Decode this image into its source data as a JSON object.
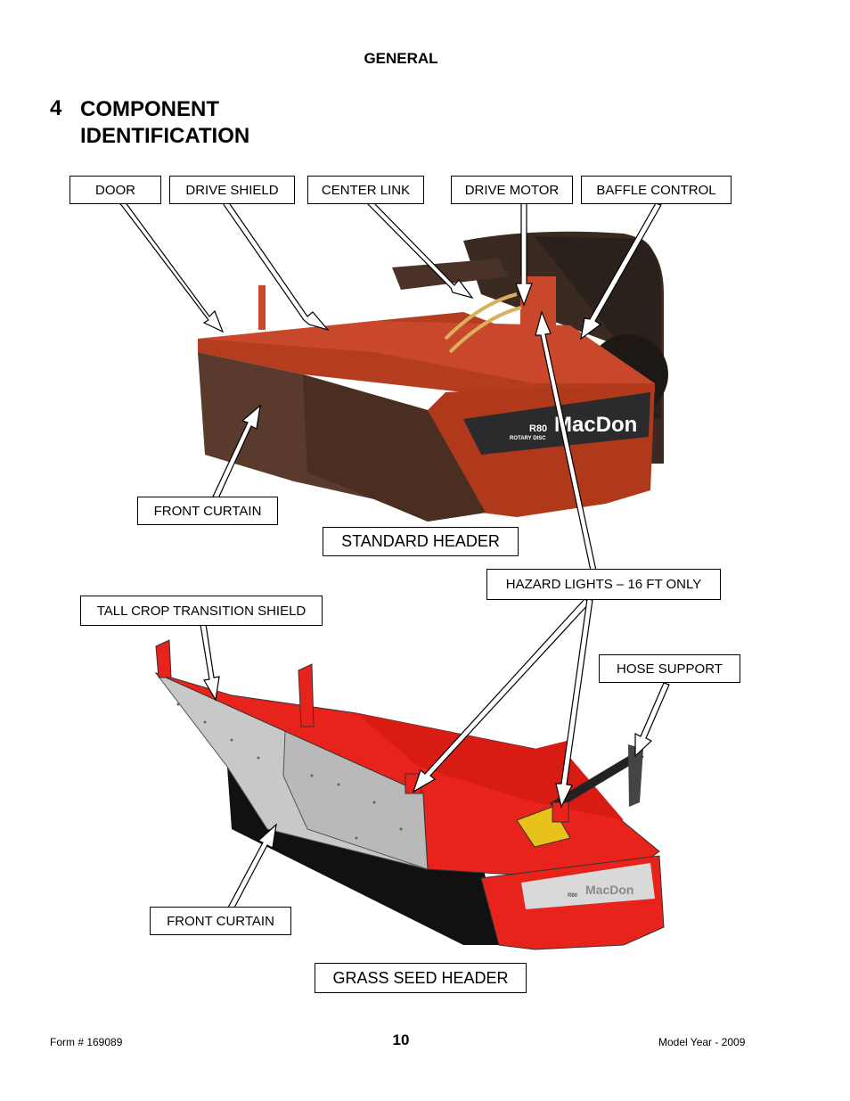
{
  "header": {
    "section": "GENERAL"
  },
  "heading": {
    "number": "4",
    "title_line1": "COMPONENT",
    "title_line2": "IDENTIFICATION"
  },
  "labels": {
    "door": "DOOR",
    "drive_shield": "DRIVE SHIELD",
    "center_link": "CENTER LINK",
    "drive_motor": "DRIVE MOTOR",
    "baffle_control": "BAFFLE CONTROL",
    "front_curtain_top": "FRONT CURTAIN",
    "standard_header": "STANDARD HEADER",
    "hazard_lights": "HAZARD LIGHTS – 16 FT ONLY",
    "tall_crop": "TALL CROP TRANSITION SHIELD",
    "hose_support": "HOSE SUPPORT",
    "front_curtain_bottom": "FRONT CURTAIN",
    "grass_seed_header": "GRASS SEED HEADER"
  },
  "logos": {
    "brand": "MacDon",
    "model": "R80",
    "model_sub": "ROTARY DISC"
  },
  "footer": {
    "form": "Form # 169089",
    "page": "10",
    "model_year": "Model Year - 2009"
  },
  "colors": {
    "header_red": "#b0391c",
    "grass_red": "#e8231b",
    "curtain": "#5a3a2c",
    "shield_gray": "#c8c8c8"
  }
}
